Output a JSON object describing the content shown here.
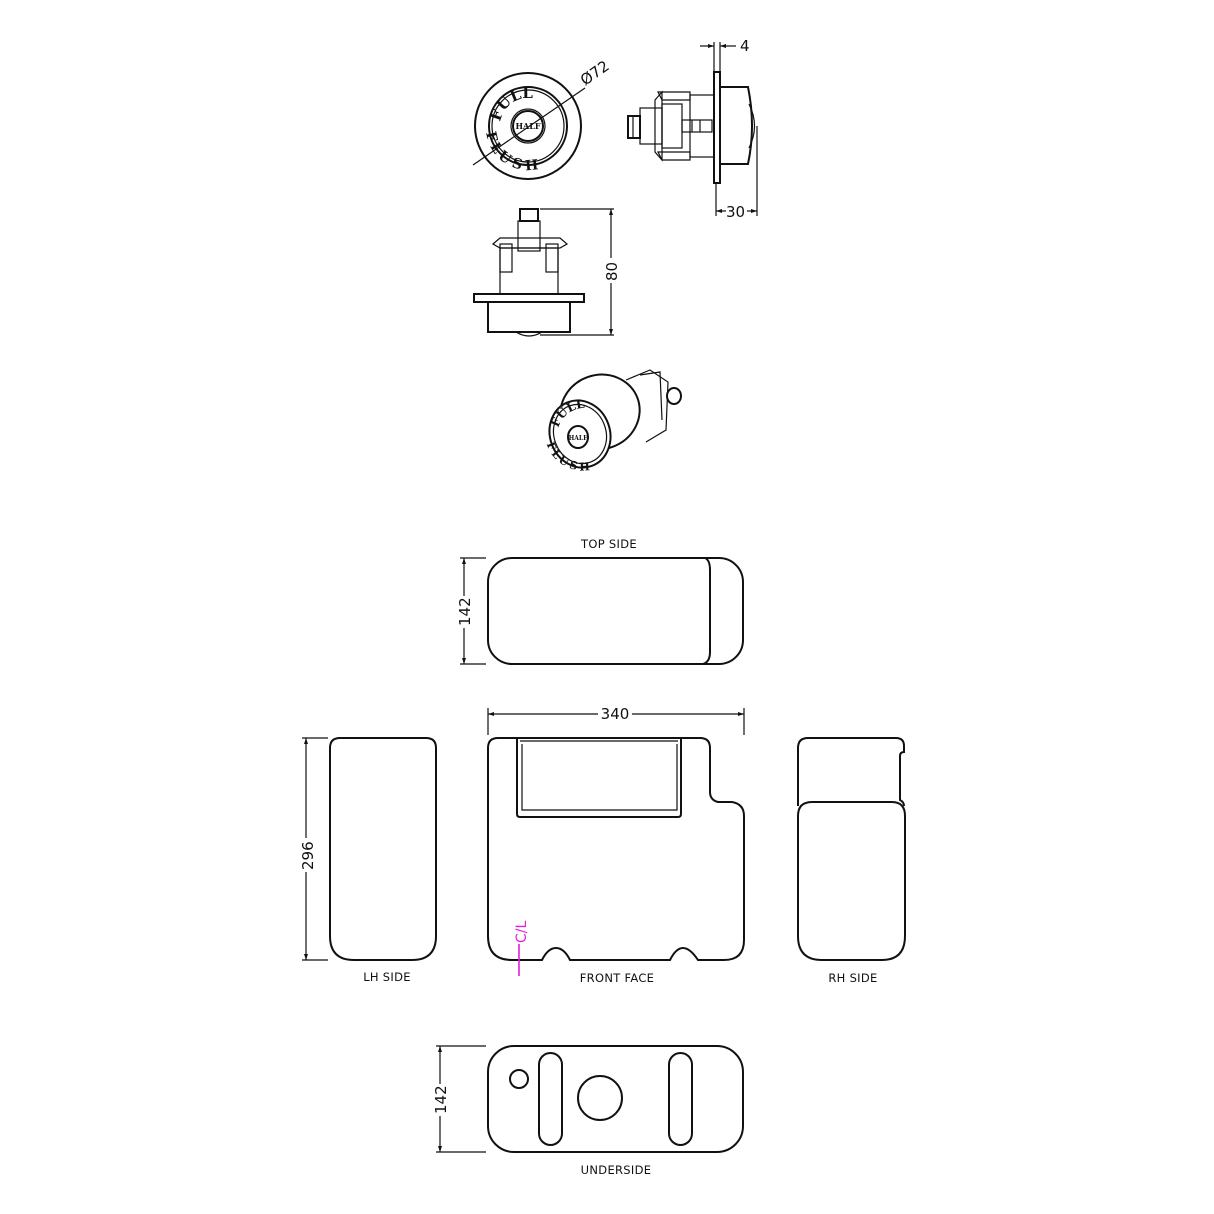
{
  "drawing": {
    "button_views": {
      "front": {
        "diameter_label": "Ø72",
        "text_outer_top": "FULL",
        "text_outer_bottom": "FLUSH",
        "text_center": "HALF"
      },
      "side": {
        "flange_thickness_label": "4",
        "depth_label": "30"
      },
      "top": {
        "height_label": "80"
      },
      "isometric": {
        "text_outer_top": "FULL",
        "text_outer_bottom": "FLUSH",
        "text_center": "HALF"
      }
    },
    "cistern_views": {
      "top_side": {
        "title": "TOP SIDE",
        "depth_label": "142"
      },
      "front_face": {
        "title": "FRONT FACE",
        "width_label": "340",
        "centerline_label": "C/L"
      },
      "lh_side": {
        "title": "LH SIDE",
        "height_label": "296"
      },
      "rh_side": {
        "title": "RH SIDE"
      },
      "underside": {
        "title": "UNDERSIDE",
        "depth_label": "142"
      }
    },
    "colors": {
      "line": "#111111",
      "centerline": "#e01ee0",
      "background": "#ffffff"
    }
  }
}
